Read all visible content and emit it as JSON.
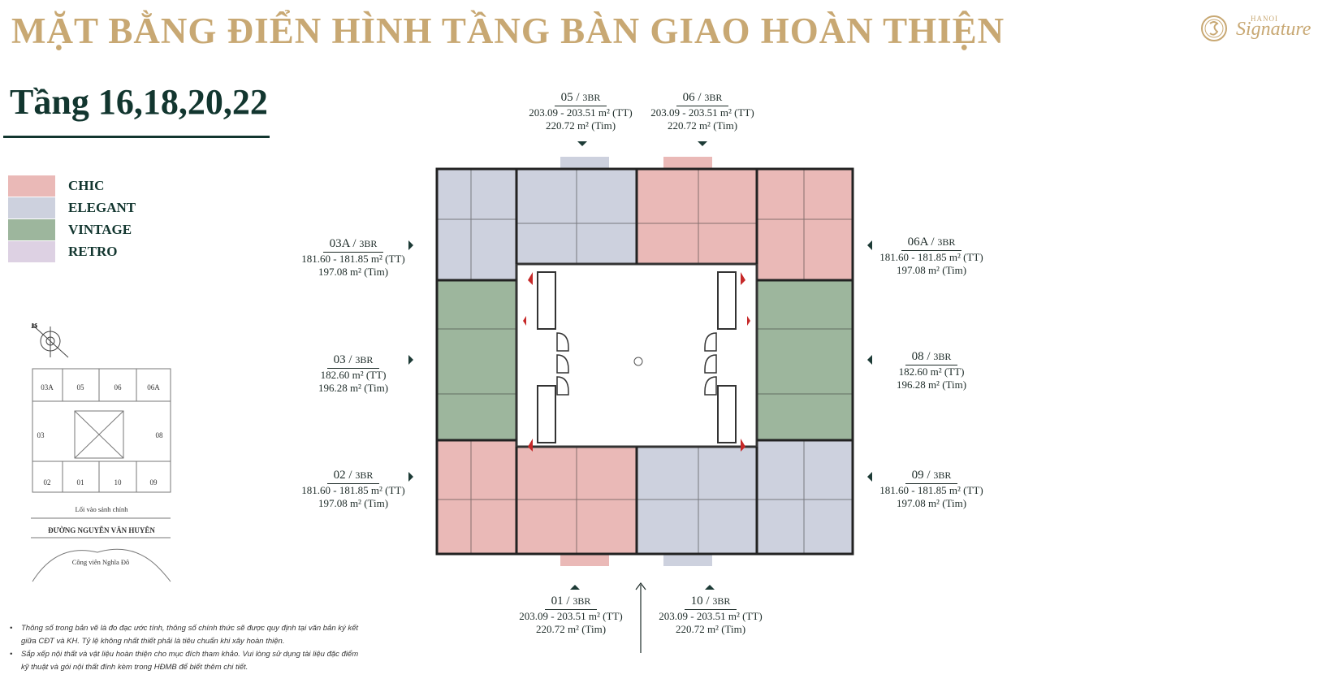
{
  "header": {
    "title": "MẶT BẰNG ĐIỂN HÌNH TẦNG BÀN GIAO HOÀN THIỆN",
    "logo_top": "HANOI",
    "logo_text": "Signature"
  },
  "floor_title": "Tầng 16,18,20,22",
  "legend": [
    {
      "label": "CHIC",
      "color": "#eab9b7"
    },
    {
      "label": "ELEGANT",
      "color": "#cdd1de"
    },
    {
      "label": "VINTAGE",
      "color": "#9db69d"
    },
    {
      "label": "RETRO",
      "color": "#ddd1e3"
    }
  ],
  "units": {
    "u05": {
      "code": "05",
      "type": "3BR",
      "tt": "203.09 - 203.51 m² (TT)",
      "tim": "220.72 m² (Tim)"
    },
    "u06": {
      "code": "06",
      "type": "3BR",
      "tt": "203.09 - 203.51 m² (TT)",
      "tim": "220.72 m² (Tim)"
    },
    "u03a": {
      "code": "03A",
      "type": "3BR",
      "tt": "181.60 - 181.85 m² (TT)",
      "tim": "197.08 m² (Tim)"
    },
    "u06a": {
      "code": "06A",
      "type": "3BR",
      "tt": "181.60 - 181.85 m² (TT)",
      "tim": "197.08 m² (Tim)"
    },
    "u03": {
      "code": "03",
      "type": "3BR",
      "tt": "182.60 m² (TT)",
      "tim": "196.28 m² (Tim)"
    },
    "u08": {
      "code": "08",
      "type": "3BR",
      "tt": "182.60 m² (TT)",
      "tim": "196.28 m² (Tim)"
    },
    "u02": {
      "code": "02",
      "type": "3BR",
      "tt": "181.60 - 181.85 m² (TT)",
      "tim": "197.08 m² (Tim)"
    },
    "u09": {
      "code": "09",
      "type": "3BR",
      "tt": "181.60 - 181.85 m² (TT)",
      "tim": "197.08 m² (Tim)"
    },
    "u01": {
      "code": "01",
      "type": "3BR",
      "tt": "203.09 - 203.51 m² (TT)",
      "tim": "220.72 m² (Tim)"
    },
    "u10": {
      "code": "10",
      "type": "3BR",
      "tt": "203.09 - 203.51 m² (TT)",
      "tim": "220.72 m² (Tim)"
    }
  },
  "keyplan": {
    "north": "B",
    "cells": [
      "03A",
      "05",
      "06",
      "06A",
      "03",
      "08",
      "02",
      "01",
      "10",
      "09"
    ],
    "entrance": "Lối vào sảnh chính",
    "street": "ĐƯỜNG NGUYỄN VĂN HUYÊN",
    "park": "Công viên Nghĩa Đô"
  },
  "notes": [
    "Thông số trong bản vẽ là đo đạc ước tính, thông số chính thức sẽ được quy định tại văn bản ký kết giữa CĐT và KH. Tỷ lệ không nhất thiết phải là tiêu chuẩn khi xây hoàn thiện.",
    "Sắp xếp nội thất và vật liệu hoàn thiện cho mục đích tham khảo. Vui lòng sử dụng tài liệu đặc điểm kỹ thuật và gói nội thất đính kèm trong HĐMB để biết thêm chi tiết."
  ]
}
